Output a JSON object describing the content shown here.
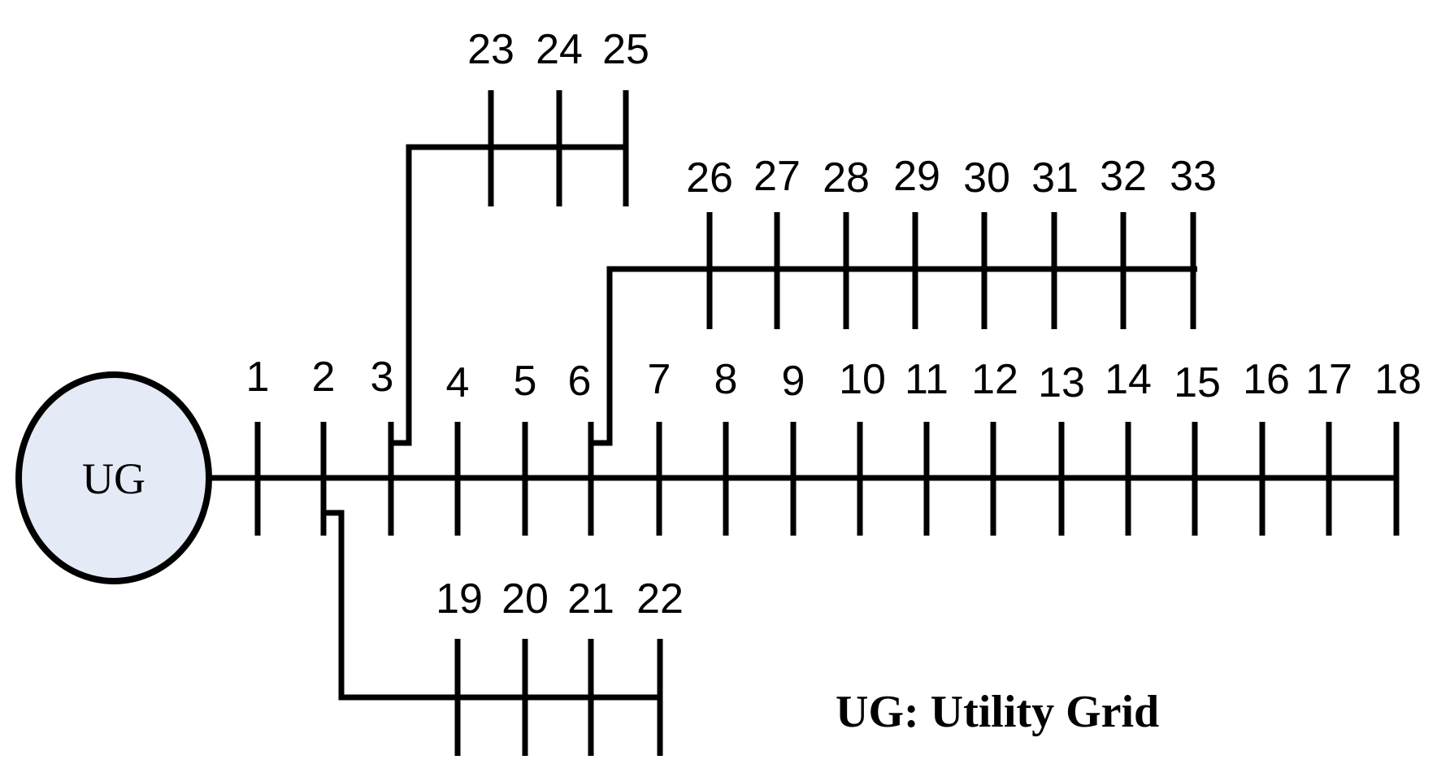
{
  "utility_grid": {
    "label": "UG",
    "fill_color": "#E4EAF6"
  },
  "legend": {
    "text": "UG: Utility Grid"
  },
  "buses": {
    "main": [
      "1",
      "2",
      "3",
      "4",
      "5",
      "6",
      "7",
      "8",
      "9",
      "10",
      "11",
      "12",
      "13",
      "14",
      "15",
      "16",
      "17",
      "18"
    ],
    "lateral_from_2": [
      "19",
      "20",
      "21",
      "22"
    ],
    "lateral_from_3": [
      "23",
      "24",
      "25"
    ],
    "lateral_from_6": [
      "26",
      "27",
      "28",
      "29",
      "30",
      "31",
      "32",
      "33"
    ]
  },
  "colors": {
    "line": "#000000",
    "background": "#FFFFFF"
  }
}
